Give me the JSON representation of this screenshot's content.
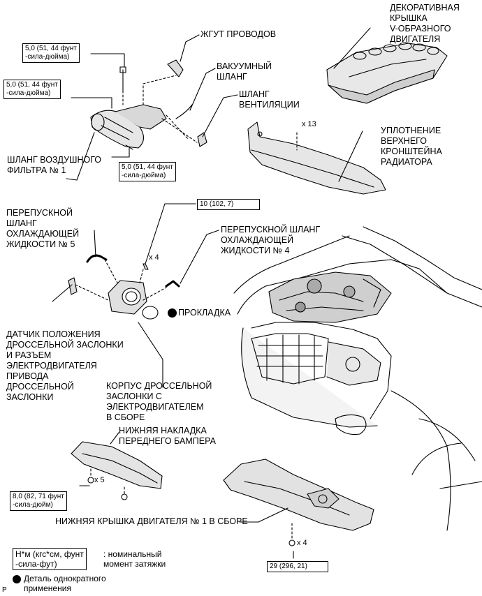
{
  "labels": {
    "v_cover": "ДЕКОРАТИВНАЯ\nКРЫШКА\nV-ОБРАЗНОГО\nДВИГАТЕЛЯ",
    "harness": "ЖГУТ ПРОВОДОВ",
    "vacuum_hose": "ВАКУУМНЫЙ\nШЛАНГ",
    "vent_hose": "ШЛАНГ\nВЕНТИЛЯЦИИ",
    "air_hose": "ШЛАНГ ВОЗДУШНОГО\nФИЛЬТРА № 1",
    "radiator_seal": "УПЛОТНЕНИЕ\nВЕРХНЕГО\nКРОНШТЕЙНА\nРАДИАТОРА",
    "bypass5": "ПЕРЕПУСКНОЙ\nШЛАНГ\nОХЛАЖДАЮЩЕЙ\nЖИДКОСТИ № 5",
    "bypass4": "ПЕРЕПУСКНОЙ ШЛАНГ\nОХЛАЖДАЮЩЕЙ\nЖИДКОСТИ № 4",
    "gasket": "ПРОКЛАДКА",
    "sensor": "ДАТЧИК ПОЛОЖЕНИЯ\nДРОССЕЛЬНОЙ ЗАСЛОНКИ\nИ РАЗЪЕМ\nЭЛЕКТРОДВИГАТЕЛЯ\nПРИВОДА\nДРОССЕЛЬНОЙ\nЗАСЛОНКИ",
    "throttle_body": "КОРПУС ДРОССЕЛЬНОЙ\nЗАСЛОНКИ С\nЭЛЕКТРОДВИГАТЕЛЕМ\nВ СБОРЕ",
    "bumper_cover": "НИЖНЯЯ НАКЛАДКА\nПЕРЕДНЕГО БАМПЕРА",
    "engine_under_cover": "НИЖНЯЯ КРЫШКА ДВИГАТЕЛЯ № 1 В СБОРЕ"
  },
  "torques": {
    "t1": "5,0 (51, 44 фунт\n-сила-дюйма)",
    "t2": "5,0 (51, 44 фунт\n-сила-дюйма)",
    "t3": "5,0 (51, 44 фунт\n-сила-дюйма)",
    "t4": "10 (102, 7)",
    "t5": "8,0 (82, 71 фунт\n-сила-дюйм)",
    "t6": "29 (296, 21)"
  },
  "quantities": {
    "q13": "x 13",
    "q4a": "x 4",
    "q5": "x 5",
    "q4b": "x 4"
  },
  "legend": {
    "unit_box": "Н*м (кгс*см, фунт\n-сила-фут)",
    "unit_desc": ": номинальный\nмомент затяжки",
    "single_use": "Деталь однократного\nприменения"
  },
  "corner_mark": "P"
}
